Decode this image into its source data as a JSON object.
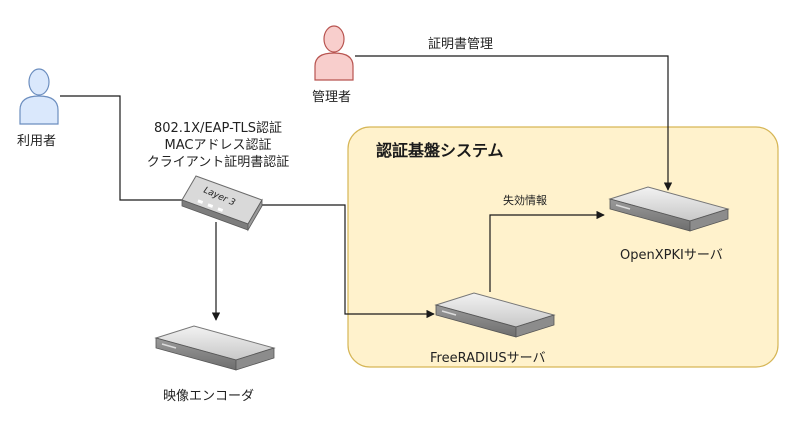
{
  "actors": {
    "user": "利用者",
    "admin": "管理者"
  },
  "system_group": {
    "title": "認証基盤システム"
  },
  "devices": {
    "switch": "Layer 3",
    "openxpki": "OpenXPKIサーバ",
    "freeradius": "FreeRADIUSサーバ",
    "encoder": "映像エンコーダ"
  },
  "edges": {
    "auth_methods": [
      "802.1X/EAP-TLS認証",
      "MACアドレス認証",
      "クライアント証明書認証"
    ],
    "cert_management": "証明書管理",
    "revocation_info": "失効情報"
  },
  "colors": {
    "user_fill": "#dae8fc",
    "user_stroke": "#6c8ebf",
    "admin_fill": "#f8cecc",
    "admin_stroke": "#b85450",
    "group_fill": "#fff2cc",
    "group_stroke": "#d6b656",
    "line": "#1a1a1a"
  }
}
